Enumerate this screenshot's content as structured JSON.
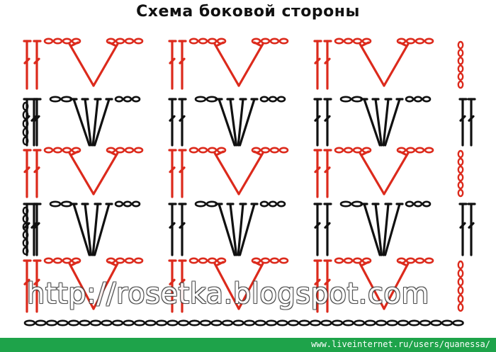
{
  "title": "Схема боковой стороны",
  "watermark": "http://rosetka.blogspot.com",
  "footer": {
    "url": "www.liveinternet.ru/users/quanessa/"
  },
  "colors": {
    "red_rows": "#dc2a1c",
    "black_rows": "#111111",
    "footer_bg": "#1ea34a",
    "background": "#ffffff"
  },
  "diagram": {
    "row_sequence": [
      "red",
      "black",
      "red",
      "black",
      "red",
      "chain"
    ],
    "repeats_per_row": 3,
    "symbols": [
      "double-crochet",
      "chain-stitch",
      "v-fan",
      "w-fan",
      "foundation-chain"
    ]
  }
}
